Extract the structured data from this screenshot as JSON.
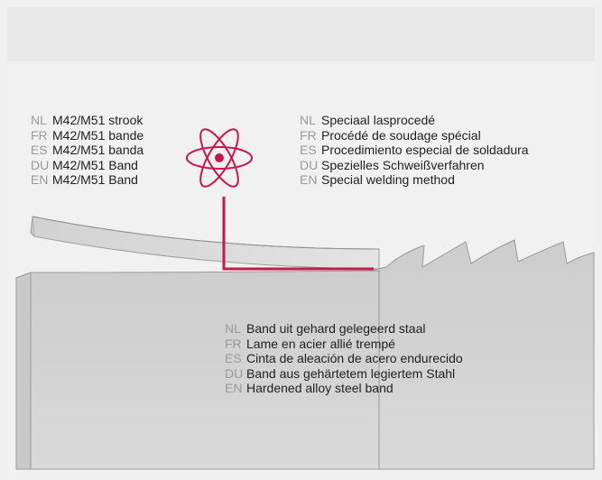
{
  "legends": {
    "strip": [
      {
        "code": "NL",
        "text": "M42/M51 strook"
      },
      {
        "code": "FR",
        "text": "M42/M51 bande"
      },
      {
        "code": "ES",
        "text": "M42/M51 banda"
      },
      {
        "code": "DU",
        "text": "M42/M51 Band"
      },
      {
        "code": "EN",
        "text": "M42/M51 Band"
      }
    ],
    "welding": [
      {
        "code": "NL",
        "text": "Speciaal lasprocedé"
      },
      {
        "code": "FR",
        "text": "Procédé de soudage spécial"
      },
      {
        "code": "ES",
        "text": "Procedimiento especial de soldadura"
      },
      {
        "code": "DU",
        "text": "Spezielles Schweißverfahren"
      },
      {
        "code": "EN",
        "text": "Special welding method"
      }
    ],
    "band": [
      {
        "code": "NL",
        "text": "Band uit gehard gelegeerd staal"
      },
      {
        "code": "FR",
        "text": "Lame en acier allié trempé"
      },
      {
        "code": "ES",
        "text": "Cinta de aleación de acero endurecido"
      },
      {
        "code": "DU",
        "text": "Band aus gehärtetem legiertem Stahl"
      },
      {
        "code": "EN",
        "text": "Hardened alloy steel band"
      }
    ]
  },
  "colors": {
    "accent": "#c8174b",
    "code_gray": "#9a9a9a",
    "text": "#1f1f1f"
  },
  "icons": {
    "atom": "atom-icon"
  }
}
